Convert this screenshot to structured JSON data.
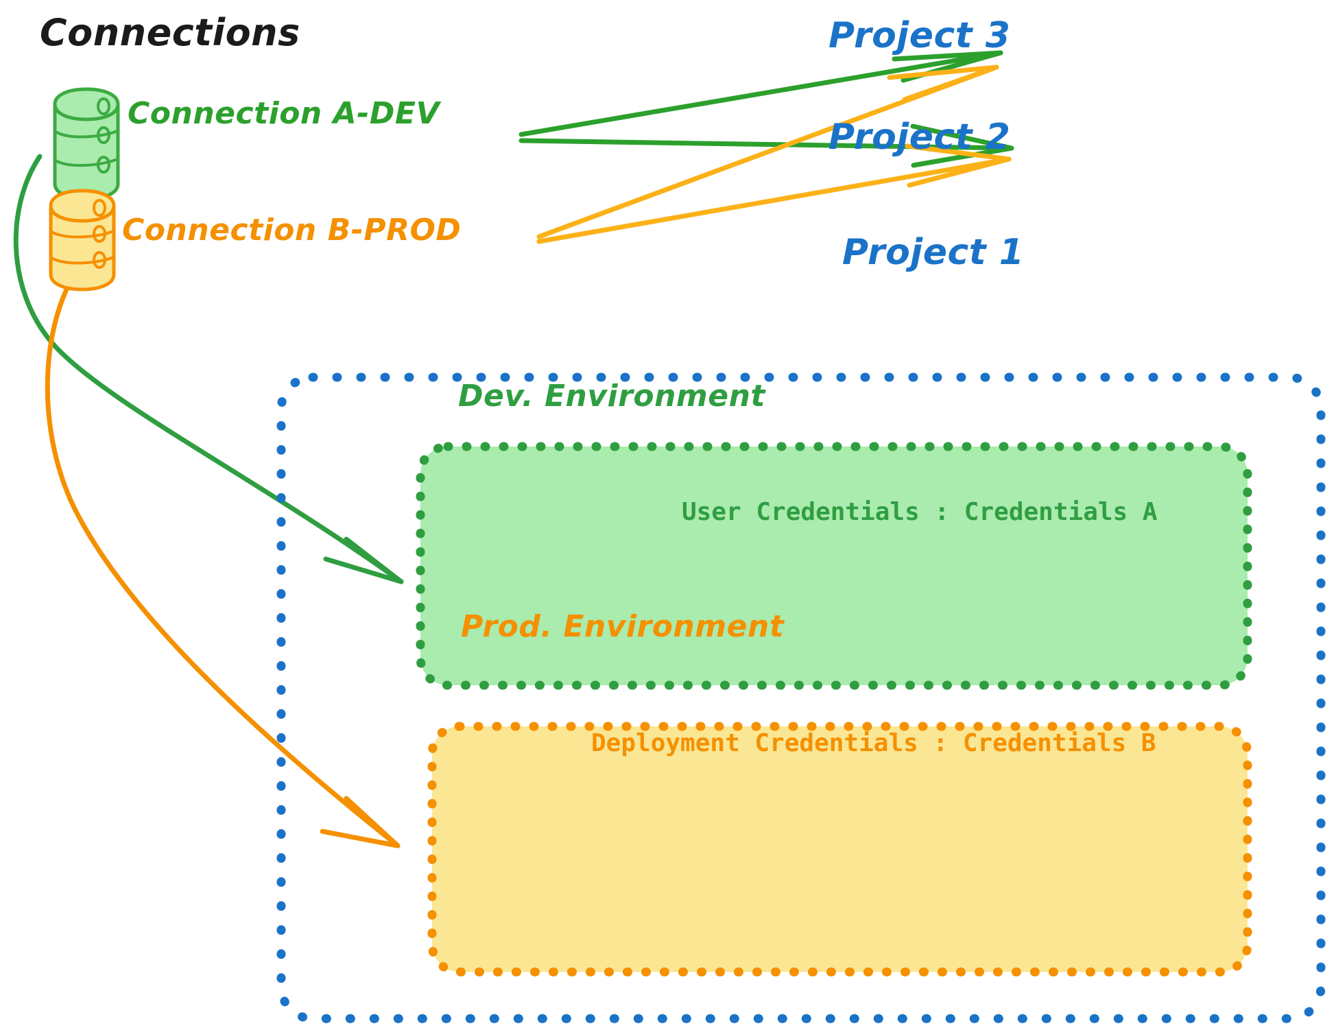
{
  "diagram": {
    "title": "Connections",
    "connections": [
      {
        "id": "a-dev",
        "label": "Connection A-DEV",
        "color": "#2ca02c",
        "icon": "database-icon"
      },
      {
        "id": "b-prod",
        "label": "Connection B-PROD",
        "color": "#f59000",
        "icon": "database-icon"
      }
    ],
    "projects": [
      {
        "id": "project-3",
        "label": "Project 3",
        "color": "#1a73c8"
      },
      {
        "id": "project-2",
        "label": "Project 2",
        "color": "#1a73c8"
      },
      {
        "id": "project-1",
        "label": "Project 1",
        "color": "#1a73c8"
      }
    ],
    "project_1_environments": [
      {
        "id": "dev",
        "title": "Dev. Environment",
        "credentials_label": "User Credentials",
        "credentials_separator": ":",
        "credentials_value": "Credentials A",
        "credentials_text": "User Credentials : Credentials A",
        "fill": "#aaebae",
        "border": "#2f9e41"
      },
      {
        "id": "prod",
        "title": "Prod. Environment",
        "credentials_label": "Deployment Credentials",
        "credentials_separator": ":",
        "credentials_value": "Credentials B",
        "credentials_text": "Deployment Credentials : Credentials B",
        "fill": "#fbe694",
        "border": "#f59000"
      }
    ],
    "edges": [
      {
        "from": "a-dev",
        "to": "project-3",
        "color": "#2ca02c"
      },
      {
        "from": "a-dev",
        "to": "project-2",
        "color": "#2ca02c"
      },
      {
        "from": "a-dev",
        "to": "dev",
        "color": "#2ca02c"
      },
      {
        "from": "b-prod",
        "to": "project-3",
        "color": "#fbb117"
      },
      {
        "from": "b-prod",
        "to": "project-2",
        "color": "#fbb117"
      },
      {
        "from": "b-prod",
        "to": "prod",
        "color": "#f59000"
      }
    ],
    "colors": {
      "green": "#2ca02c",
      "green_dark": "#2f9e41",
      "green_fill": "#aaebae",
      "orange": "#f59000",
      "amber": "#fbb117",
      "orange_fill": "#fbe694",
      "blue": "#1a73c8",
      "black": "#1b1b1b"
    }
  }
}
